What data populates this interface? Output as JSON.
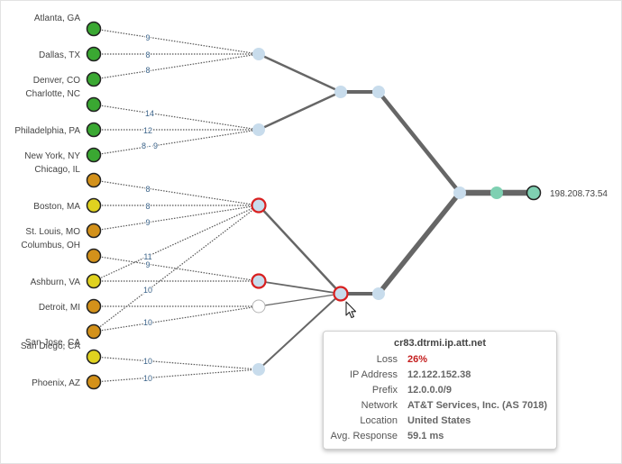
{
  "sources": [
    {
      "label": "Atlanta, GA",
      "status": "ok",
      "edge_label": "9"
    },
    {
      "label": "Dallas, TX",
      "status": "ok",
      "edge_label": "8"
    },
    {
      "label": "Denver, CO",
      "status": "ok",
      "edge_label": "8"
    },
    {
      "label": "Charlotte, NC",
      "status": "ok",
      "edge_label": "14"
    },
    {
      "label": "Philadelphia, PA",
      "status": "ok",
      "edge_label": "12"
    },
    {
      "label": "New York, NY",
      "status": "ok",
      "edge_label": "8 - 9"
    },
    {
      "label": "Chicago, IL",
      "status": "warn",
      "edge_label": "8"
    },
    {
      "label": "Boston, MA",
      "status": "minor",
      "edge_label": "8"
    },
    {
      "label": "St. Louis, MO",
      "status": "warn",
      "edge_label": "9"
    },
    {
      "label": "Columbus, OH",
      "status": "warn",
      "edge_label": "11"
    },
    {
      "label": "Ashburn, VA",
      "status": "minor",
      "edge_label": "9"
    },
    {
      "label": "Detroit, MI",
      "status": "warn",
      "edge_label": "10"
    },
    {
      "label": "San Jose, CA",
      "status": "warn",
      "edge_label": "10"
    },
    {
      "label": "San Diego, CA",
      "status": "minor",
      "edge_label": "10"
    },
    {
      "label": "Phoenix, AZ",
      "status": "warn",
      "edge_label": "10"
    }
  ],
  "destination": {
    "label": "198.208.73.54"
  },
  "tooltip": {
    "title": "cr83.dtrmi.ip.att.net",
    "rows": [
      {
        "key": "Loss",
        "value": "26%"
      },
      {
        "key": "IP Address",
        "value": "12.122.152.38"
      },
      {
        "key": "Prefix",
        "value": "12.0.0.0/9"
      },
      {
        "key": "Network",
        "value": "AT&T Services, Inc. (AS 7018)"
      },
      {
        "key": "Location",
        "value": "United States"
      },
      {
        "key": "Avg. Response",
        "value": "59.1 ms"
      }
    ]
  },
  "colors": {
    "ok": "#3aa832",
    "warn": "#d3911a",
    "minor": "#e0d21f",
    "hop": "#c8dcec",
    "loss_ring": "#d81f1f",
    "dest_node": "#7fd0b2",
    "link": "#666666"
  }
}
